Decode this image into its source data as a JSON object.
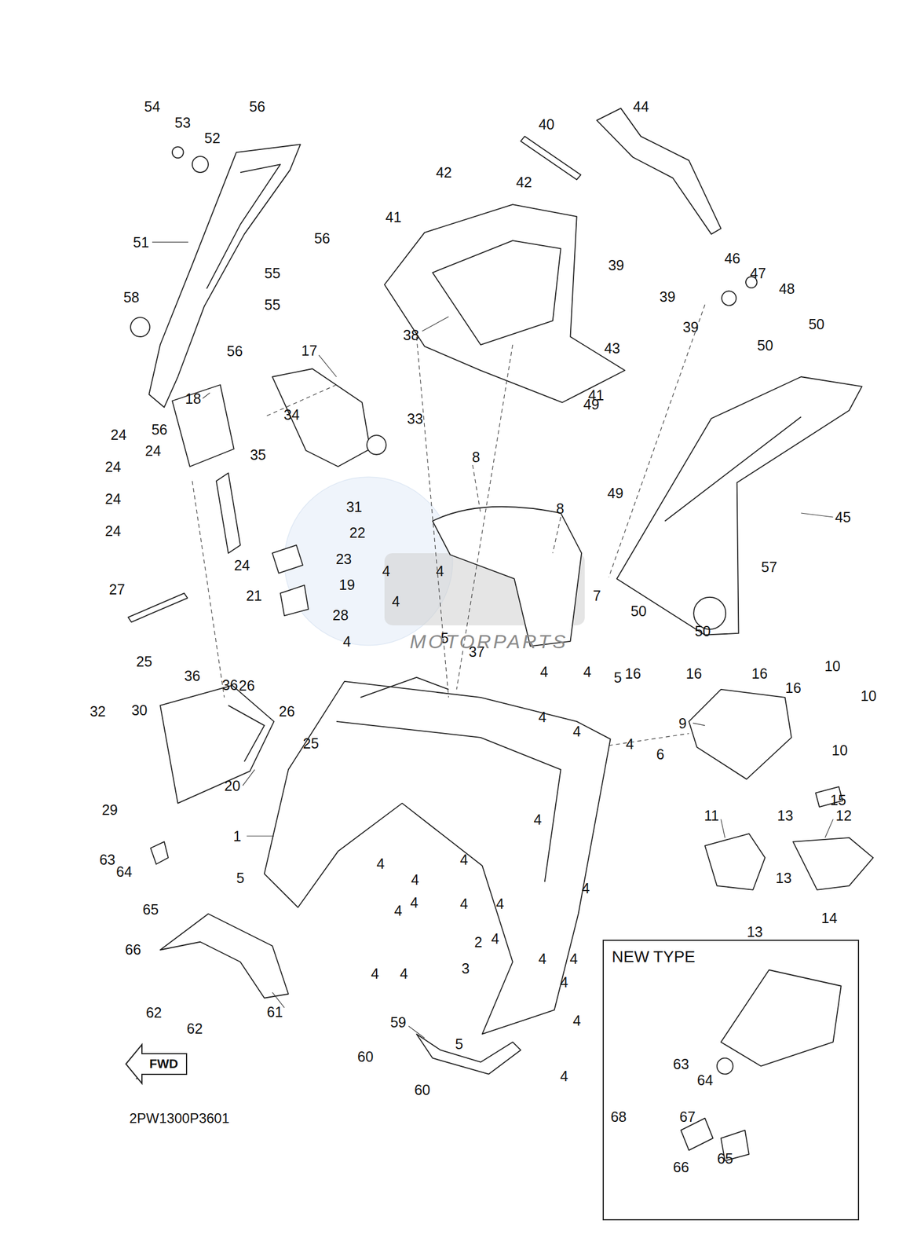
{
  "diagram": {
    "nodes": [
      {
        "text": [
          "NEW TYPE"
        ]
      },
      {
        "text": [
          "FWD"
        ]
      }
    ],
    "labels": [
      "54",
      "53",
      "52",
      "56",
      "56",
      "51",
      "55",
      "55",
      "58",
      "56",
      "56",
      "40",
      "44",
      "42",
      "42",
      "41",
      "39",
      "39",
      "39",
      "38",
      "43",
      "41",
      "46",
      "47",
      "48",
      "50",
      "50",
      "17",
      "33",
      "34",
      "35",
      "18",
      "24",
      "24",
      "24",
      "24",
      "24",
      "24",
      "31",
      "22",
      "23",
      "21",
      "19",
      "28",
      "27",
      "49",
      "49",
      "45",
      "57",
      "8",
      "8",
      "7",
      "50",
      "50",
      "4",
      "4",
      "4",
      "4",
      "5",
      "37",
      "16",
      "16",
      "16",
      "16",
      "10",
      "10",
      "10",
      "9",
      "15",
      "5",
      "6",
      "4",
      "4",
      "4",
      "4",
      "4",
      "4",
      "4",
      "25",
      "36",
      "36",
      "26",
      "26",
      "25",
      "32",
      "30",
      "20",
      "29",
      "63",
      "64",
      "65",
      "66",
      "1",
      "5",
      "4",
      "4",
      "4",
      "4",
      "4",
      "4",
      "4",
      "4",
      "2",
      "3",
      "4",
      "4",
      "4",
      "4",
      "4",
      "4",
      "4",
      "5",
      "59",
      "60",
      "60",
      "62",
      "62",
      "61",
      "11",
      "13",
      "12",
      "13",
      "14",
      "13",
      "63",
      "64",
      "68",
      "67",
      "65",
      "66",
      "2PW1300P3601",
      "MOTORPARTS"
    ]
  }
}
